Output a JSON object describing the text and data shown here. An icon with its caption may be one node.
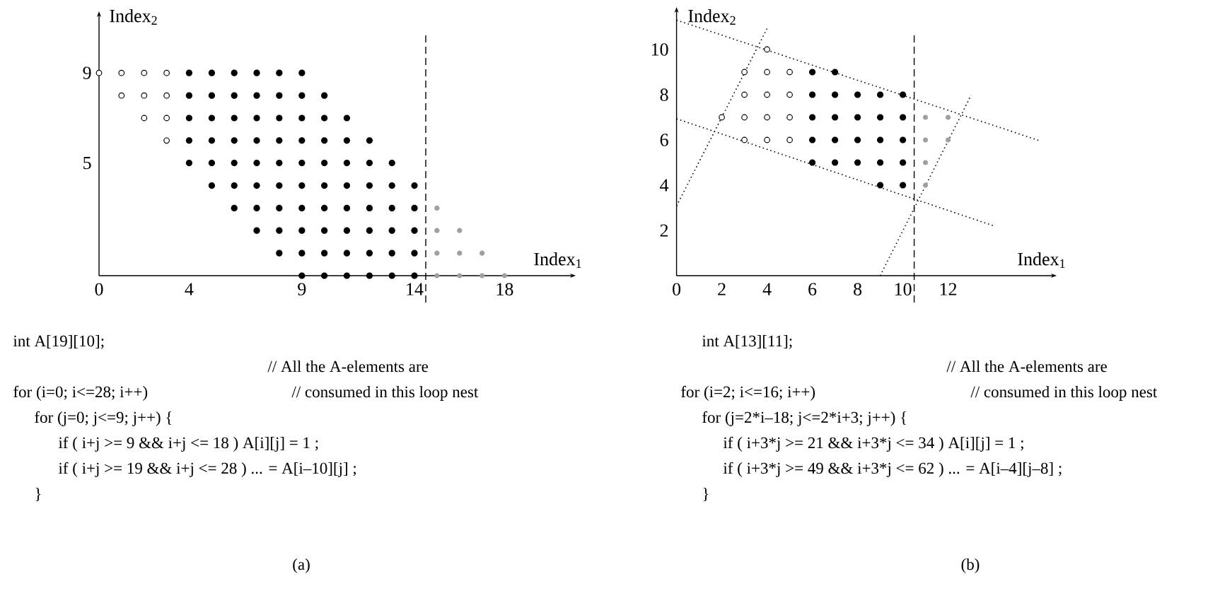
{
  "diagram": {
    "labels": [
      "Index$_{2}$",
      "9",
      "5",
      "Index$_{1}$",
      "0",
      "4",
      "9",
      "14",
      "18",
      "Index$_{2}$",
      "10",
      "8",
      "6",
      "4",
      "2",
      "Index$_{1}$",
      "0",
      "2",
      "4",
      "6",
      "8",
      "10",
      "12",
      "int  A[19][10];",
      "//  All the A-elements are",
      "for (i=0; i<=28; i++)",
      "//  consumed in this loop nest",
      "for (j=0; j<=9; j++)  {",
      "if ( i+j >=  9   &&  i+j <= 18 )   A[i][j] = 1 ;",
      "if ( i+j >= 19  &&  i+j <= 28 )   ... = A[i–10][j] ;",
      "}",
      "(a)",
      "int  A[13][11];",
      "//  All the A-elements are",
      "for (i=2; i<=16; i++)",
      "//  consumed in this loop nest",
      "for (j=2*i–18; j<=2*i+3; j++)  {",
      "if ( i+3*j >= 21  &&  i+3*j <= 34 )   A[i][j] = 1 ;",
      "if ( i+3*j >= 49  &&  i+3*j <= 62 )   ... = A[i–4][j–8] ;",
      "}",
      "(b)"
    ]
  }
}
